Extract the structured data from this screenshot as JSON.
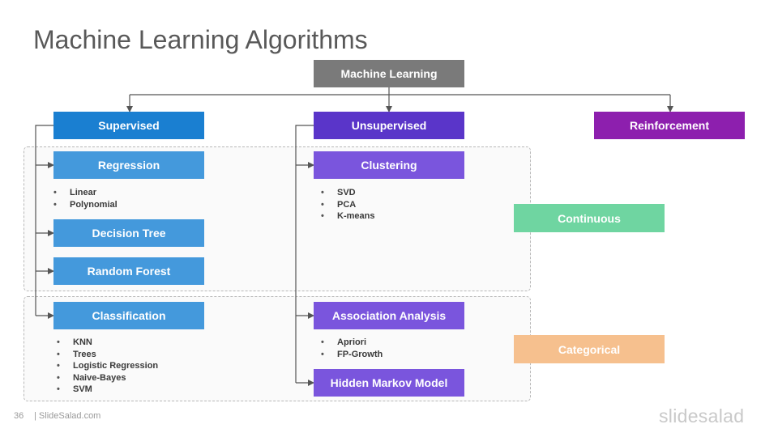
{
  "title": "Machine Learning Algorithms",
  "root": "Machine Learning",
  "categories": {
    "supervised": "Supervised",
    "unsupervised": "Unsupervised",
    "reinforcement": "Reinforcement"
  },
  "supervised": {
    "regression": {
      "label": "Regression",
      "items": [
        "Linear",
        "Polynomial"
      ]
    },
    "decision_tree": "Decision Tree",
    "random_forest": "Random Forest",
    "classification": {
      "label": "Classification",
      "items": [
        "KNN",
        "Trees",
        "Logistic Regression",
        "Naive-Bayes",
        "SVM"
      ]
    }
  },
  "unsupervised": {
    "clustering": {
      "label": "Clustering",
      "items": [
        "SVD",
        "PCA",
        "K-means"
      ]
    },
    "association": {
      "label": "Association Analysis",
      "items": [
        "Apriori",
        "FP-Growth"
      ]
    },
    "hmm": "Hidden Markov Model"
  },
  "side_labels": {
    "continuous": "Continuous",
    "categorical": "Categorical"
  },
  "footer": {
    "page_number": "36",
    "site": "| SlideSalad.com",
    "logo": "slidesalad"
  },
  "colors": {
    "root": "#7a7a7a",
    "supervised": "#1a7fd1",
    "supervised_sub": "#4499dc",
    "unsupervised": "#5a35c9",
    "unsupervised_sub": "#7a55dd",
    "reinforcement": "#8d1fae",
    "continuous": "#6fd5a1",
    "categorical": "#f6c08e"
  }
}
